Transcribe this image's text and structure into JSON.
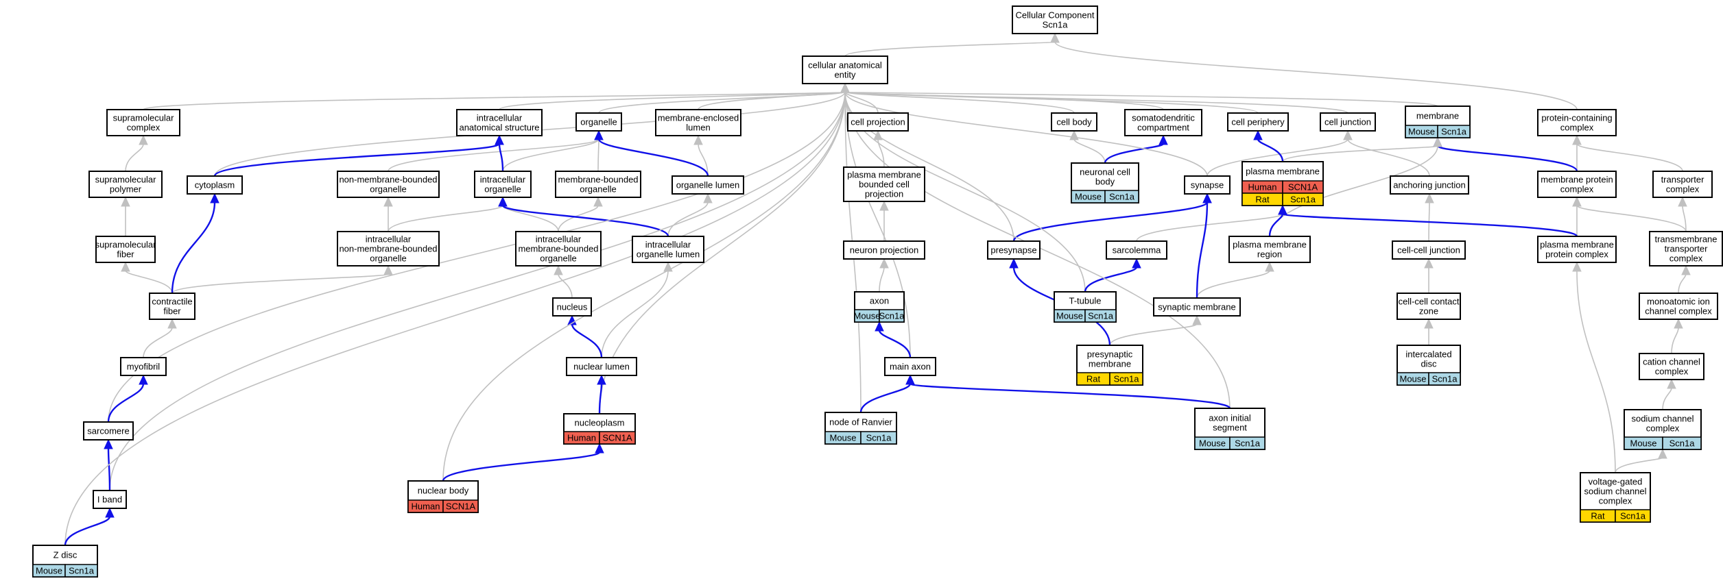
{
  "colors": {
    "gray_edge": "#c0c0c0",
    "blue_edge": "#1010e8",
    "mouse": "#add8e6",
    "human": "#f06050",
    "rat": "#ffd700"
  },
  "nodes": {
    "root": {
      "lines": [
        "Cellular Component",
        "Scn1a"
      ]
    },
    "cae": {
      "lines": [
        "cellular anatomical",
        "entity"
      ]
    },
    "supracomplex": {
      "lines": [
        "supramolecular",
        "complex"
      ]
    },
    "iastruct": {
      "lines": [
        "intracellular",
        "anatomical structure"
      ]
    },
    "organelle": {
      "lines": [
        "organelle"
      ]
    },
    "melumen": {
      "lines": [
        "membrane-enclosed",
        "lumen"
      ]
    },
    "cellproj": {
      "lines": [
        "cell projection"
      ]
    },
    "cellbody": {
      "lines": [
        "cell body"
      ]
    },
    "somato": {
      "lines": [
        "somatodendritic",
        "compartment"
      ]
    },
    "cellperiph": {
      "lines": [
        "cell periphery"
      ]
    },
    "celljunc": {
      "lines": [
        "cell junction"
      ]
    },
    "membrane": {
      "lines": [
        "membrane"
      ],
      "badges": [
        {
          "species": "Mouse",
          "gene": "Scn1a"
        }
      ]
    },
    "protcontain": {
      "lines": [
        "protein-containing",
        "complex"
      ]
    },
    "suprapolymer": {
      "lines": [
        "supramolecular",
        "polymer"
      ]
    },
    "cytoplasm": {
      "lines": [
        "cytoplasm"
      ]
    },
    "nonmbo": {
      "lines": [
        "non-membrane-bounded",
        "organelle"
      ]
    },
    "icorg": {
      "lines": [
        "intracellular",
        "organelle"
      ]
    },
    "mbo": {
      "lines": [
        "membrane-bounded",
        "organelle"
      ]
    },
    "orglumen": {
      "lines": [
        "organelle lumen"
      ]
    },
    "pmbcp": {
      "lines": [
        "plasma membrane",
        "bounded cell",
        "projection"
      ]
    },
    "neurcellbody": {
      "lines": [
        "neuronal cell",
        "body"
      ],
      "badges": [
        {
          "species": "Mouse",
          "gene": "Scn1a"
        }
      ]
    },
    "synapse": {
      "lines": [
        "synapse"
      ]
    },
    "plasmamem": {
      "lines": [
        "plasma membrane"
      ],
      "badges": [
        {
          "species": "Human",
          "gene": "SCN1A"
        },
        {
          "species": "Rat",
          "gene": "Scn1a"
        }
      ]
    },
    "anchjunc": {
      "lines": [
        "anchoring junction"
      ]
    },
    "mpcomplex": {
      "lines": [
        "membrane protein",
        "complex"
      ]
    },
    "transcomplex": {
      "lines": [
        "transporter",
        "complex"
      ]
    },
    "suprafiber": {
      "lines": [
        "supramolecular",
        "fiber"
      ]
    },
    "icnmbo": {
      "lines": [
        "intracellular",
        "non-membrane-bounded",
        "organelle"
      ]
    },
    "icmbo": {
      "lines": [
        "intracellular",
        "membrane-bounded",
        "organelle"
      ]
    },
    "icorglumen": {
      "lines": [
        "intracellular",
        "organelle lumen"
      ]
    },
    "neuronproj": {
      "lines": [
        "neuron projection"
      ]
    },
    "presynapse": {
      "lines": [
        "presynapse"
      ]
    },
    "sarcolemma": {
      "lines": [
        "sarcolemma"
      ]
    },
    "pmregion": {
      "lines": [
        "plasma membrane",
        "region"
      ]
    },
    "ccjunc": {
      "lines": [
        "cell-cell junction"
      ]
    },
    "pmpcomplex": {
      "lines": [
        "plasma membrane",
        "protein complex"
      ]
    },
    "tmtcomplex": {
      "lines": [
        "transmembrane",
        "transporter",
        "complex"
      ]
    },
    "contractile": {
      "lines": [
        "contractile",
        "fiber"
      ]
    },
    "nucleus": {
      "lines": [
        "nucleus"
      ]
    },
    "axon": {
      "lines": [
        "axon"
      ],
      "badges": [
        {
          "species": "Mouse",
          "gene": "Scn1a"
        }
      ]
    },
    "ttubule": {
      "lines": [
        "T-tubule"
      ],
      "badges": [
        {
          "species": "Mouse",
          "gene": "Scn1a"
        }
      ]
    },
    "synmem": {
      "lines": [
        "synaptic membrane"
      ]
    },
    "ccczone": {
      "lines": [
        "cell-cell contact",
        "zone"
      ]
    },
    "monoion": {
      "lines": [
        "monoatomic ion",
        "channel complex"
      ]
    },
    "myofibril": {
      "lines": [
        "myofibril"
      ]
    },
    "nuclumen": {
      "lines": [
        "nuclear lumen"
      ]
    },
    "mainaxon": {
      "lines": [
        "main axon"
      ]
    },
    "presynmem": {
      "lines": [
        "presynaptic",
        "membrane"
      ],
      "badges": [
        {
          "species": "Rat",
          "gene": "Scn1a"
        }
      ]
    },
    "icdisc": {
      "lines": [
        "intercalated",
        "disc"
      ],
      "badges": [
        {
          "species": "Mouse",
          "gene": "Scn1a"
        }
      ]
    },
    "cationch": {
      "lines": [
        "cation channel",
        "complex"
      ]
    },
    "sarcomere": {
      "lines": [
        "sarcomere"
      ]
    },
    "nucleoplasm": {
      "lines": [
        "nucleoplasm"
      ],
      "badges": [
        {
          "species": "Human",
          "gene": "SCN1A"
        }
      ]
    },
    "ranvier": {
      "lines": [
        "node of Ranvier"
      ],
      "badges": [
        {
          "species": "Mouse",
          "gene": "Scn1a"
        }
      ]
    },
    "ais": {
      "lines": [
        "axon initial",
        "segment"
      ],
      "badges": [
        {
          "species": "Mouse",
          "gene": "Scn1a"
        }
      ]
    },
    "sodiumch": {
      "lines": [
        "sodium channel",
        "complex"
      ],
      "badges": [
        {
          "species": "Mouse",
          "gene": "Scn1a"
        }
      ]
    },
    "iband": {
      "lines": [
        "I band"
      ]
    },
    "nucbody": {
      "lines": [
        "nuclear body"
      ],
      "badges": [
        {
          "species": "Human",
          "gene": "SCN1A"
        }
      ]
    },
    "vgsodium": {
      "lines": [
        "voltage-gated",
        "sodium channel",
        "complex"
      ],
      "badges": [
        {
          "species": "Rat",
          "gene": "Scn1a"
        }
      ]
    },
    "zdisc": {
      "lines": [
        "Z disc"
      ],
      "badges": [
        {
          "species": "Mouse",
          "gene": "Scn1a"
        }
      ]
    }
  },
  "edges": [
    {
      "from": "cae",
      "to": "root",
      "type": "is_a"
    },
    {
      "from": "supracomplex",
      "to": "cae",
      "type": "is_a"
    },
    {
      "from": "iastruct",
      "to": "cae",
      "type": "is_a"
    },
    {
      "from": "organelle",
      "to": "cae",
      "type": "is_a"
    },
    {
      "from": "melumen",
      "to": "cae",
      "type": "is_a"
    },
    {
      "from": "cellproj",
      "to": "cae",
      "type": "is_a"
    },
    {
      "from": "cellbody",
      "to": "cae",
      "type": "is_a"
    },
    {
      "from": "somato",
      "to": "cae",
      "type": "is_a"
    },
    {
      "from": "cellperiph",
      "to": "cae",
      "type": "is_a"
    },
    {
      "from": "celljunc",
      "to": "cae",
      "type": "is_a"
    },
    {
      "from": "membrane",
      "to": "cae",
      "type": "is_a"
    },
    {
      "from": "protcontain",
      "to": "root",
      "type": "is_a"
    },
    {
      "from": "suprapolymer",
      "to": "supracomplex",
      "type": "is_a"
    },
    {
      "from": "cytoplasm",
      "to": "cae",
      "type": "is_a"
    },
    {
      "from": "cytoplasm",
      "to": "iastruct",
      "type": "part_of"
    },
    {
      "from": "nonmbo",
      "to": "organelle",
      "type": "is_a"
    },
    {
      "from": "icorg",
      "to": "organelle",
      "type": "is_a"
    },
    {
      "from": "icorg",
      "to": "iastruct",
      "type": "part_of"
    },
    {
      "from": "mbo",
      "to": "organelle",
      "type": "is_a"
    },
    {
      "from": "orglumen",
      "to": "melumen",
      "type": "is_a"
    },
    {
      "from": "orglumen",
      "to": "organelle",
      "type": "part_of"
    },
    {
      "from": "pmbcp",
      "to": "cellproj",
      "type": "is_a"
    },
    {
      "from": "neurcellbody",
      "to": "cellbody",
      "type": "is_a"
    },
    {
      "from": "neurcellbody",
      "to": "somato",
      "type": "part_of"
    },
    {
      "from": "synapse",
      "to": "cae",
      "type": "is_a"
    },
    {
      "from": "synapse",
      "to": "celljunc",
      "type": "is_a"
    },
    {
      "from": "plasmamem",
      "to": "membrane",
      "type": "is_a"
    },
    {
      "from": "plasmamem",
      "to": "cellperiph",
      "type": "part_of"
    },
    {
      "from": "anchjunc",
      "to": "celljunc",
      "type": "is_a"
    },
    {
      "from": "mpcomplex",
      "to": "protcontain",
      "type": "is_a"
    },
    {
      "from": "mpcomplex",
      "to": "membrane",
      "type": "part_of"
    },
    {
      "from": "transcomplex",
      "to": "protcontain",
      "type": "is_a"
    },
    {
      "from": "suprafiber",
      "to": "suprapolymer",
      "type": "is_a"
    },
    {
      "from": "icnmbo",
      "to": "nonmbo",
      "type": "is_a"
    },
    {
      "from": "icnmbo",
      "to": "icorg",
      "type": "is_a"
    },
    {
      "from": "icmbo",
      "to": "icorg",
      "type": "is_a"
    },
    {
      "from": "icmbo",
      "to": "mbo",
      "type": "is_a"
    },
    {
      "from": "icorglumen",
      "to": "orglumen",
      "type": "is_a"
    },
    {
      "from": "icorglumen",
      "to": "icorg",
      "type": "part_of"
    },
    {
      "from": "neuronproj",
      "to": "pmbcp",
      "type": "is_a"
    },
    {
      "from": "presynapse",
      "to": "cae",
      "type": "is_a"
    },
    {
      "from": "presynapse",
      "to": "synapse",
      "type": "part_of"
    },
    {
      "from": "sarcolemma",
      "to": "plasmamem",
      "type": "is_a"
    },
    {
      "from": "pmregion",
      "to": "membrane",
      "type": "is_a"
    },
    {
      "from": "pmregion",
      "to": "plasmamem",
      "type": "part_of"
    },
    {
      "from": "ccjunc",
      "to": "anchjunc",
      "type": "is_a"
    },
    {
      "from": "pmpcomplex",
      "to": "mpcomplex",
      "type": "is_a"
    },
    {
      "from": "pmpcomplex",
      "to": "plasmamem",
      "type": "part_of"
    },
    {
      "from": "tmtcomplex",
      "to": "mpcomplex",
      "type": "is_a"
    },
    {
      "from": "tmtcomplex",
      "to": "transcomplex",
      "type": "is_a"
    },
    {
      "from": "contractile",
      "to": "suprafiber",
      "type": "is_a"
    },
    {
      "from": "contractile",
      "to": "icnmbo",
      "type": "is_a"
    },
    {
      "from": "contractile",
      "to": "cytoplasm",
      "type": "part_of"
    },
    {
      "from": "nucleus",
      "to": "icmbo",
      "type": "is_a"
    },
    {
      "from": "axon",
      "to": "neuronproj",
      "type": "is_a"
    },
    {
      "from": "ttubule",
      "to": "cae",
      "type": "is_a"
    },
    {
      "from": "ttubule",
      "to": "sarcolemma",
      "type": "part_of"
    },
    {
      "from": "synmem",
      "to": "pmregion",
      "type": "is_a"
    },
    {
      "from": "synmem",
      "to": "synapse",
      "type": "part_of"
    },
    {
      "from": "ccczone",
      "to": "ccjunc",
      "type": "is_a"
    },
    {
      "from": "monoion",
      "to": "tmtcomplex",
      "type": "is_a"
    },
    {
      "from": "myofibril",
      "to": "contractile",
      "type": "is_a"
    },
    {
      "from": "nuclumen",
      "to": "icorglumen",
      "type": "is_a"
    },
    {
      "from": "nuclumen",
      "to": "nucleus",
      "type": "part_of"
    },
    {
      "from": "mainaxon",
      "to": "cae",
      "type": "is_a"
    },
    {
      "from": "mainaxon",
      "to": "axon",
      "type": "part_of"
    },
    {
      "from": "presynmem",
      "to": "synmem",
      "type": "is_a"
    },
    {
      "from": "presynmem",
      "to": "presynapse",
      "type": "part_of"
    },
    {
      "from": "icdisc",
      "to": "ccczone",
      "type": "is_a"
    },
    {
      "from": "cationch",
      "to": "monoion",
      "type": "is_a"
    },
    {
      "from": "sarcomere",
      "to": "cae",
      "type": "is_a"
    },
    {
      "from": "sarcomere",
      "to": "myofibril",
      "type": "part_of"
    },
    {
      "from": "nucleoplasm",
      "to": "cae",
      "type": "is_a"
    },
    {
      "from": "nucleoplasm",
      "to": "nuclumen",
      "type": "part_of"
    },
    {
      "from": "ranvier",
      "to": "cae",
      "type": "is_a"
    },
    {
      "from": "ranvier",
      "to": "mainaxon",
      "type": "part_of"
    },
    {
      "from": "ais",
      "to": "cae",
      "type": "is_a"
    },
    {
      "from": "ais",
      "to": "mainaxon",
      "type": "part_of"
    },
    {
      "from": "sodiumch",
      "to": "cationch",
      "type": "is_a"
    },
    {
      "from": "iband",
      "to": "cae",
      "type": "is_a"
    },
    {
      "from": "iband",
      "to": "sarcomere",
      "type": "part_of"
    },
    {
      "from": "nucbody",
      "to": "cae",
      "type": "is_a"
    },
    {
      "from": "nucbody",
      "to": "nucleoplasm",
      "type": "part_of"
    },
    {
      "from": "vgsodium",
      "to": "pmpcomplex",
      "type": "is_a"
    },
    {
      "from": "vgsodium",
      "to": "sodiumch",
      "type": "is_a"
    },
    {
      "from": "zdisc",
      "to": "cae",
      "type": "is_a"
    },
    {
      "from": "zdisc",
      "to": "iband",
      "type": "part_of"
    }
  ]
}
